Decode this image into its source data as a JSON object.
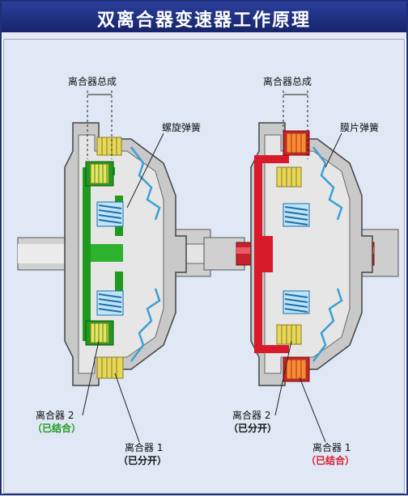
{
  "title": "双离合器变速器工作原理",
  "left": {
    "assembly_label": "离合器总成",
    "spring_label": "螺旋弹簧",
    "clutch2_label": "离合器 2",
    "clutch2_state": "（已结合）",
    "clutch1_label": "离合器 1",
    "clutch1_state": "（已分开）"
  },
  "right": {
    "assembly_label": "离合器总成",
    "spring_label": "膜片弹簧",
    "clutch2_label": "离合器 2",
    "clutch2_state": "（已分开）",
    "clutch1_label": "离合器 1",
    "clutch1_state": "（已结合）"
  },
  "colors": {
    "title_bg": "#1f2f7a",
    "engaged_green": "#1f9a1f",
    "engaged_red": "#d81a2a",
    "spring_blue": "#3aa0d8",
    "plate_yellow": "#e8d85a",
    "housing_gray": "#c9c9c9"
  }
}
